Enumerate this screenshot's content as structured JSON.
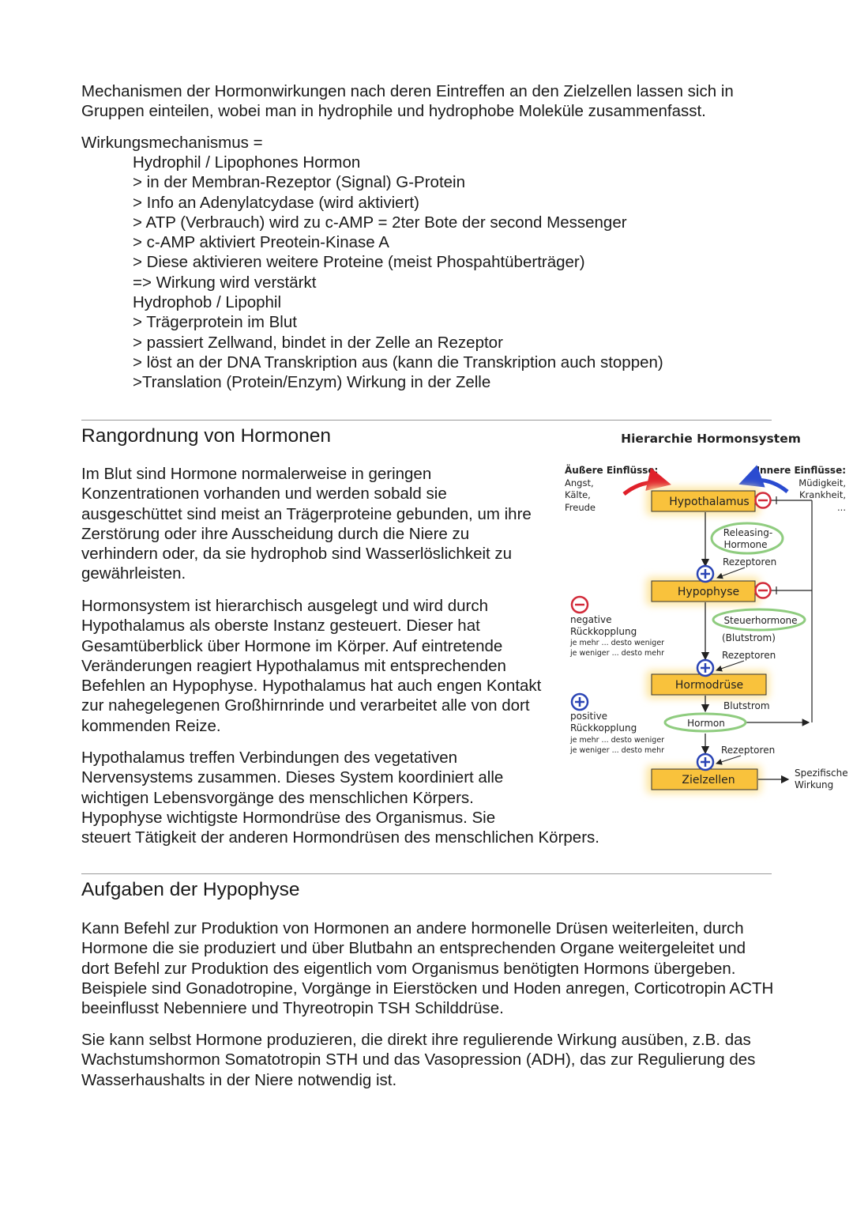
{
  "intro": {
    "p1": "Mechanismen der Hormonwirkungen nach deren Eintreffen an den Zielzellen lassen sich in Gruppen einteilen, wobei man in hydrophile und hydrophobe Moleküle zusammenfasst.",
    "heading": "Wirkungsmechanismus =",
    "lines": [
      "Hydrophil / Lipophones Hormon",
      "> in der Membran-Rezeptor (Signal) G-Protein",
      "> Info an Adenylatcydase (wird aktiviert)",
      "> ATP (Verbrauch) wird zu c-AMP = 2ter Bote der second Messenger",
      "> c-AMP aktiviert Preotein-Kinase A",
      "> Diese aktivieren weitere Proteine (meist Phospahtüberträger)",
      "=> Wirkung wird verstärkt",
      "Hydrophob / Lipophil",
      "> Trägerprotein im Blut",
      "> passiert Zellwand, bindet in der Zelle an Rezeptor",
      "> löst an der DNA Transkription aus (kann die Transkription auch stoppen)",
      ">Translation (Protein/Enzym) Wirkung in der Zelle"
    ]
  },
  "section_rang": {
    "title": "Rangordnung von Hormonen",
    "p1": "Im Blut sind Hormone normalerweise in geringen Konzentrationen vorhanden und werden sobald sie ausgeschüttet sind meist an Trägerproteine gebunden, um ihre Zerstörung oder ihre Ausscheidung durch die Niere zu verhindern oder, da sie hydrophob sind Wasserlöslichkeit zu gewährleisten.",
    "p2": "Hormonsystem ist hierarchisch ausgelegt und wird durch Hypothalamus als oberste Instanz gesteuert. Dieser hat Gesamtüberblick über Hormone im Körper. Auf eintretende Veränderungen reagiert Hypothalamus mit entsprechenden Befehlen an Hypophyse. Hypothalamus hat auch engen Kontakt zur nahegelegenen Großhirnrinde und verarbeitet alle von dort kommenden Reize.",
    "p3_lines": [
      "Hypothalamus treffen Verbindungen des vegetativen",
      "Nervensystems zusammen. Dieses System koordiniert alle",
      "wichtigen Lebensvorgänge des menschlichen Körpers.",
      "Hypophyse wichtigste Hormondrüse des Organismus. Sie",
      "steuert Tätigkeit der anderen Hormondrüsen des menschlichen Körpers."
    ]
  },
  "diagram": {
    "title": "Hierarchie Hormonsystem",
    "outer_label": "Äußere Einflüsse:",
    "outer_items": [
      "Angst,",
      "Kälte,",
      "Freude"
    ],
    "inner_label": "Innere Einflüsse:",
    "inner_items": [
      "Müdigkeit,",
      "Krankheit,",
      "..."
    ],
    "boxes": {
      "hypothalamus": "Hypothalamus",
      "hypophyse": "Hypophyse",
      "hormondruese": "Hormodrüse",
      "zielzellen": "Zielzellen"
    },
    "releasing": [
      "Releasing-",
      "Hormone"
    ],
    "rezeptoren": "Rezeptoren",
    "steuerhormone": "Steuerhormone",
    "blutstrom_paren": "(Blutstrom)",
    "blutstrom": "Blutstrom",
    "hormon": "Hormon",
    "spezifische": [
      "Spezifische",
      "Wirkung"
    ],
    "negative": {
      "l1": "negative",
      "l2": "Rückkopplung",
      "l3": "je mehr ... desto weniger",
      "l4": "je weniger ... desto mehr"
    },
    "positive": {
      "l1": "positive",
      "l2": "Rückkopplung",
      "l3": "je mehr ... desto weniger",
      "l4": "je weniger ... desto mehr"
    },
    "colors": {
      "box_fill": "#f9c23c",
      "glow": "#fde7a6",
      "minus": "#d22b3a",
      "plus": "#2b45b5",
      "outer_arrow": "#e0202a",
      "inner_arrow": "#2a4bd0",
      "oval": "#8fcc7f"
    }
  },
  "section_hypo": {
    "title": "Aufgaben der Hypophyse",
    "p1": "Kann Befehl zur Produktion von Hormonen an andere hormonelle Drüsen weiterleiten, durch Hormone die sie produziert und über Blutbahn an entsprechenden Organe weitergeleitet und dort Befehl zur Produktion des eigentlich vom Organismus benötigten Hormons übergeben. Beispiele sind Gonadotropine, Vorgänge in Eierstöcken und Hoden anregen, Corticotropin ACTH beeinflusst Nebenniere und Thyreotropin TSH Schilddrüse.",
    "p2": "Sie kann selbst Hormone produzieren, die direkt ihre regulierende Wirkung ausüben, z.B. das Wachstumshormon Somatotropin STH und das Vasopression (ADH), das zur Regulierung des Wasserhaushalts in der Niere notwendig ist."
  }
}
